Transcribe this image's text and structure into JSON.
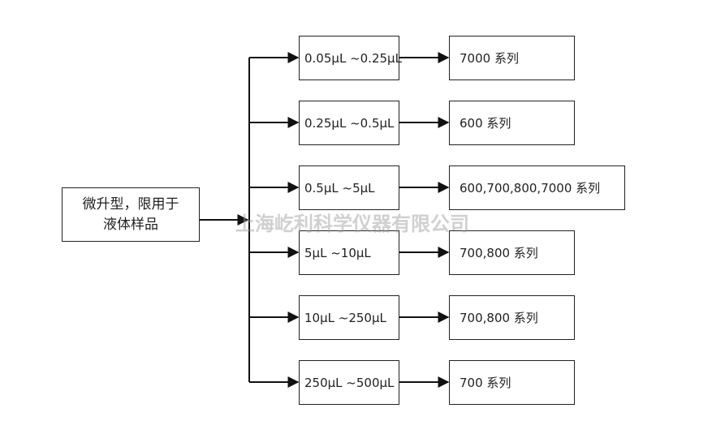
{
  "root": {
    "line1": "微升型，限用于",
    "line2": "液体样品"
  },
  "watermark": "上海屹利科学仪器有限公司",
  "ranges": [
    "0.05μL ~0.25μL",
    "0.25μL ~0.5μL",
    "0.5μL ~5μL",
    "5μL ~10μL",
    "10μL ~250μL",
    "250μL ~500μL"
  ],
  "series": [
    "7000 系列",
    "600 系列",
    "600,700,800,7000 系列",
    "700,800 系列",
    "700,800 系列",
    "700 系列"
  ]
}
